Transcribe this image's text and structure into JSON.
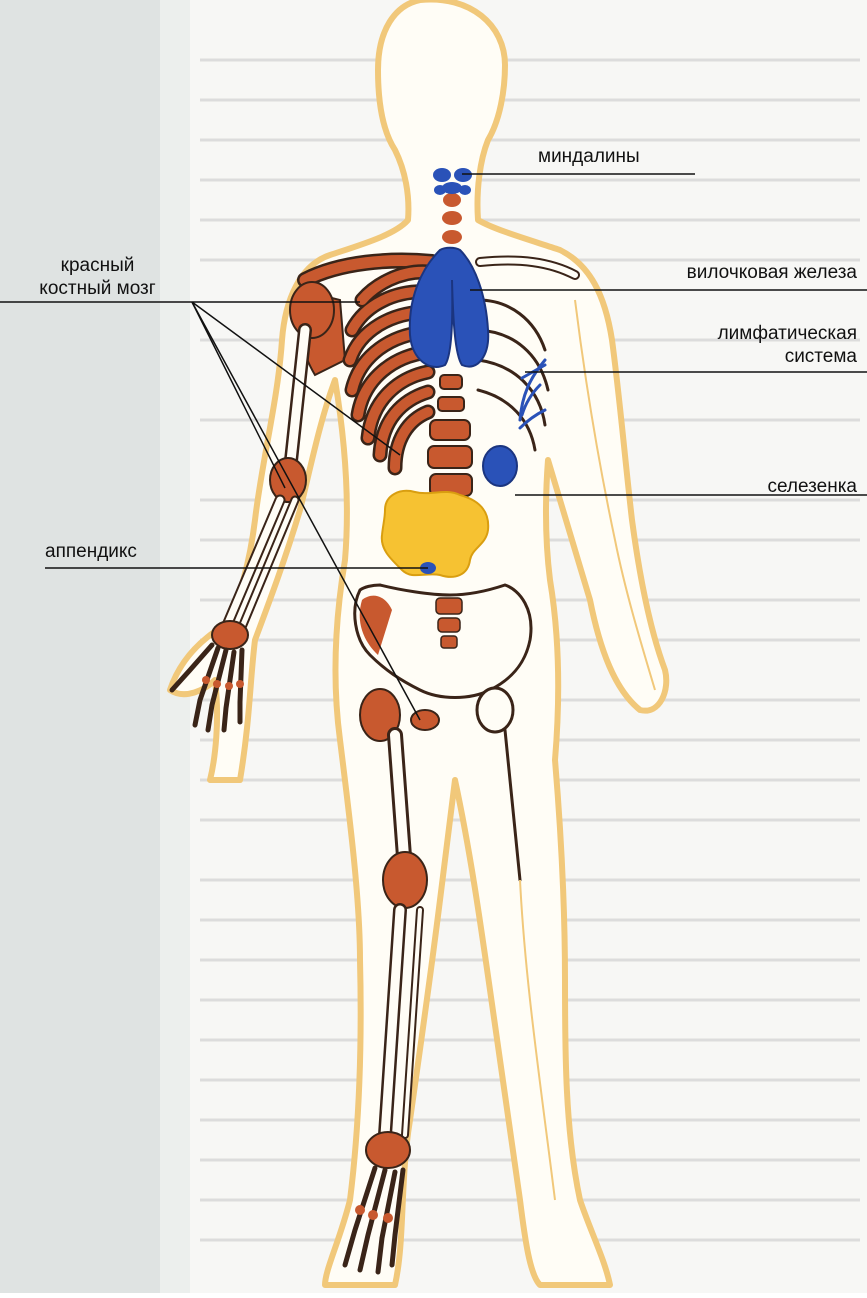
{
  "labels": {
    "tonsils": "миндалины",
    "thymus": "вилочковая железа",
    "lymph_line1": "лимфатическая",
    "lymph_line2": "система",
    "marrow_line1": "красный",
    "marrow_line2": "костный мозг",
    "spleen": "селезенка",
    "appendix": "аппендикс"
  },
  "colors": {
    "background_page": "#eef0ee",
    "body_fill": "#fffdf6",
    "body_outline": "#f1c87a",
    "bone_outline": "#3a2418",
    "red_marrow": "#c8592f",
    "lymph_organs": "#2a52b8",
    "intestine": "#f6c232",
    "leader_line": "#111111"
  }
}
